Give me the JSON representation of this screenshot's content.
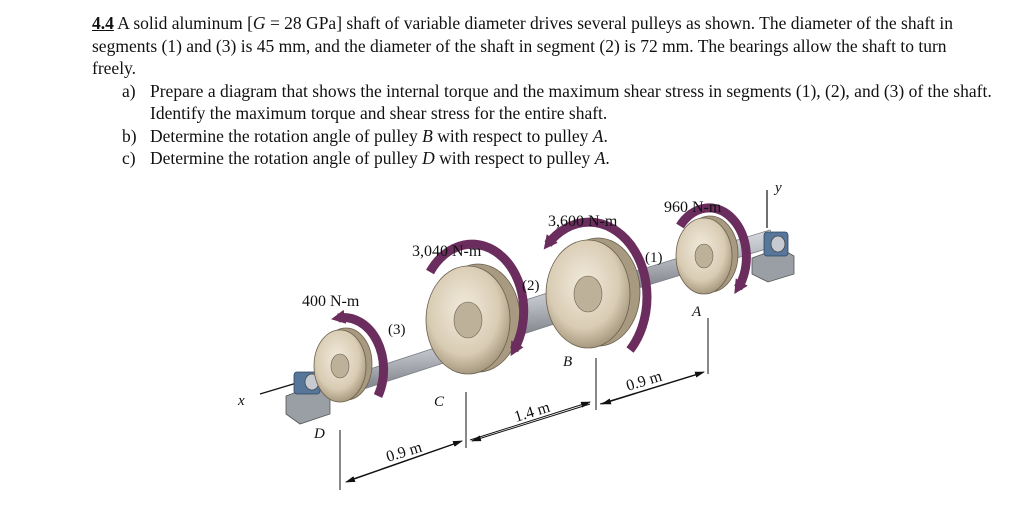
{
  "problem": {
    "number": "4.4",
    "statement_1": "A solid aluminum [",
    "g_symbol": "G",
    "statement_2": " = 28 GPa] shaft of variable diameter drives several pulleys as shown.  The diameter of the shaft in segments (1) and (3) is 45 mm, and the diameter of the shaft in segment (2) is 72 mm.  The bearings allow the shaft to turn freely.",
    "parts": [
      {
        "label": "a)",
        "text": "Prepare a diagram that shows the internal torque and the maximum shear stress in segments (1), (2), and (3) of the shaft.  Identify the maximum torque and shear stress for the entire shaft."
      },
      {
        "label": "b)",
        "text_1": "Determine the rotation angle of pulley ",
        "var_1": "B",
        "text_2": " with respect to pulley ",
        "var_2": "A",
        "text_3": "."
      },
      {
        "label": "c)",
        "text_1": "Determine the rotation angle of pulley ",
        "var_1": "D",
        "text_2": " with respect to pulley ",
        "var_2": "A",
        "text_3": "."
      }
    ]
  },
  "figure": {
    "torques": {
      "d": "400 N-m",
      "c": "3,040 N-m",
      "b": "3,600 N-m",
      "a": "960 N-m"
    },
    "pulleys": {
      "a": "A",
      "b": "B",
      "c": "C",
      "d": "D"
    },
    "segments": {
      "s1": "(1)",
      "s2": "(2)",
      "s3": "(3)"
    },
    "dimensions": {
      "dc": "0.9 m",
      "cb": "1.4 m",
      "ba": "0.9 m"
    },
    "axes": {
      "x": "x",
      "y": "y"
    },
    "colors": {
      "torque_arrow": "#6a2d5e",
      "shaft": "#b9bcc2",
      "pulley": "#d9ccb4",
      "bearing": "#57779a"
    }
  }
}
